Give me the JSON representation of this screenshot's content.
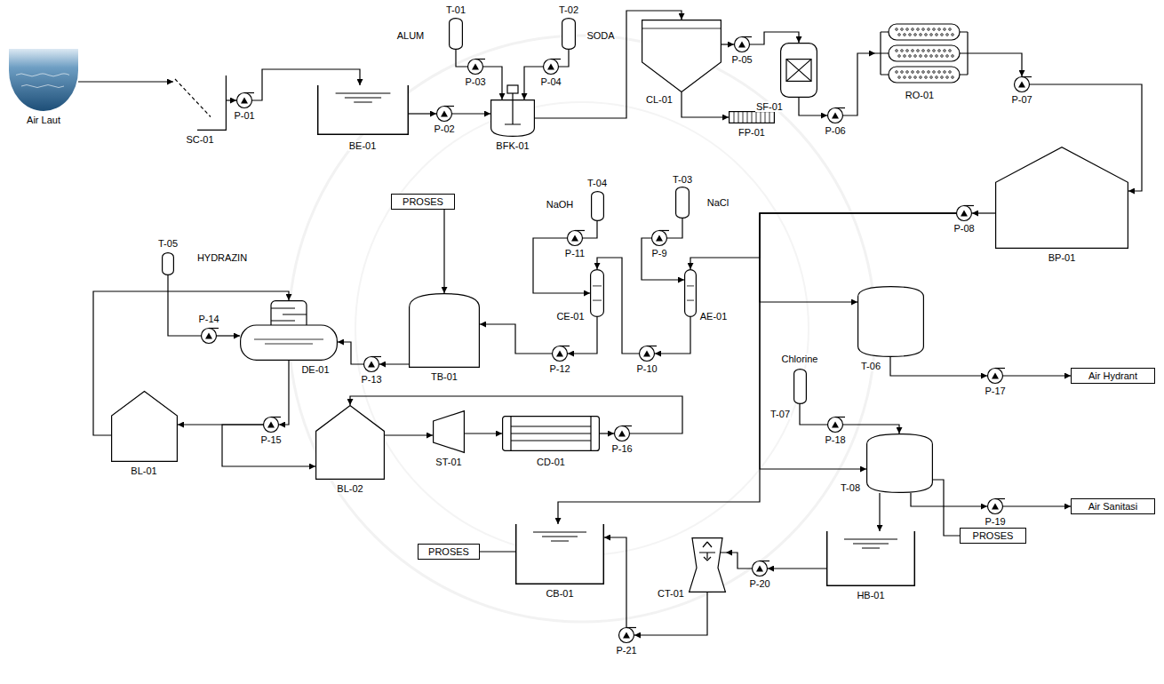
{
  "diagram": {
    "nodes": [
      {
        "text": [
          "Air Laut"
        ]
      },
      {
        "text": [
          "SC-01"
        ]
      },
      {
        "text": [
          "P-01"
        ]
      },
      {
        "text": [
          "BE-01"
        ]
      },
      {
        "text": [
          "T-01",
          "ALUM"
        ]
      },
      {
        "text": [
          "P-03"
        ]
      },
      {
        "text": [
          "T-02",
          "SODA"
        ]
      },
      {
        "text": [
          "P-04"
        ]
      },
      {
        "text": [
          "P-02"
        ]
      },
      {
        "text": [
          "BFK-01"
        ]
      },
      {
        "text": [
          "CL-01"
        ]
      },
      {
        "text": [
          "FP-01"
        ]
      },
      {
        "text": [
          "P-05"
        ]
      },
      {
        "text": [
          "SF-01"
        ]
      },
      {
        "text": [
          "P-06"
        ]
      },
      {
        "text": [
          "RO-01"
        ]
      },
      {
        "text": [
          "P-07"
        ]
      },
      {
        "text": [
          "BP-01"
        ]
      },
      {
        "text": [
          "P-08"
        ]
      },
      {
        "text": [
          "T-04",
          "NaOH"
        ]
      },
      {
        "text": [
          "P-11"
        ]
      },
      {
        "text": [
          "T-03",
          "NaCl"
        ]
      },
      {
        "text": [
          "P-9"
        ]
      },
      {
        "text": [
          "CE-01"
        ]
      },
      {
        "text": [
          "AE-01"
        ]
      },
      {
        "text": [
          "P-12"
        ]
      },
      {
        "text": [
          "P-10"
        ]
      },
      {
        "text": [
          "PROSES"
        ]
      },
      {
        "text": [
          "TB-01"
        ]
      },
      {
        "text": [
          "P-13"
        ]
      },
      {
        "text": [
          "T-05",
          "HYDRAZIN"
        ]
      },
      {
        "text": [
          "P-14"
        ]
      },
      {
        "text": [
          "DE-01"
        ]
      },
      {
        "text": [
          "BL-01"
        ]
      },
      {
        "text": [
          "P-15"
        ]
      },
      {
        "text": [
          "BL-02"
        ]
      },
      {
        "text": [
          "ST-01"
        ]
      },
      {
        "text": [
          "CD-01"
        ]
      },
      {
        "text": [
          "P-16"
        ]
      },
      {
        "text": [
          "T-06"
        ]
      },
      {
        "text": [
          "P-17"
        ]
      },
      {
        "text": [
          "Air Hydrant"
        ]
      },
      {
        "text": [
          "T-07",
          "Chlorine"
        ]
      },
      {
        "text": [
          "P-18"
        ]
      },
      {
        "text": [
          "T-08"
        ]
      },
      {
        "text": [
          "P-19"
        ]
      },
      {
        "text": [
          "Air Sanitasi"
        ]
      },
      {
        "text": [
          "PROSES"
        ]
      },
      {
        "text": [
          "HB-01"
        ]
      },
      {
        "text": [
          "P-20"
        ]
      },
      {
        "text": [
          "CT-01"
        ]
      },
      {
        "text": [
          "CB-01"
        ]
      },
      {
        "text": [
          "P-21"
        ]
      },
      {
        "text": [
          "PROSES"
        ]
      }
    ],
    "edges": [
      {
        "from": 0,
        "to": 1,
        "arrow": "to"
      },
      {
        "from": 1,
        "to": 2,
        "arrow": "to"
      },
      {
        "from": 2,
        "to": 3,
        "arrow": "to"
      },
      {
        "from": 3,
        "to": 8,
        "arrow": "to"
      },
      {
        "from": 8,
        "to": 9,
        "arrow": "to"
      },
      {
        "from": 4,
        "to": 5,
        "arrow": "none"
      },
      {
        "from": 5,
        "to": 9,
        "arrow": "to"
      },
      {
        "from": 6,
        "to": 7,
        "arrow": "none"
      },
      {
        "from": 7,
        "to": 9,
        "arrow": "to"
      },
      {
        "from": 9,
        "to": 10,
        "arrow": "to"
      },
      {
        "from": 10,
        "to": 11,
        "arrow": "to"
      },
      {
        "from": 10,
        "to": 12,
        "arrow": "to"
      },
      {
        "from": 12,
        "to": 13,
        "arrow": "to"
      },
      {
        "from": 13,
        "to": 14,
        "arrow": "to"
      },
      {
        "from": 14,
        "to": 15,
        "arrow": "to"
      },
      {
        "from": 15,
        "to": 16,
        "arrow": "to"
      },
      {
        "from": 16,
        "to": 17,
        "arrow": "to"
      },
      {
        "from": 17,
        "to": 18,
        "arrow": "to"
      },
      {
        "from": 18,
        "to": 24,
        "arrow": "to"
      },
      {
        "from": 18,
        "to": 39,
        "arrow": "to"
      },
      {
        "from": 18,
        "to": 44,
        "arrow": "to"
      },
      {
        "from": 18,
        "to": 51,
        "arrow": "to"
      },
      {
        "from": 19,
        "to": 20,
        "arrow": "none"
      },
      {
        "from": 20,
        "to": 23,
        "arrow": "to"
      },
      {
        "from": 21,
        "to": 22,
        "arrow": "none"
      },
      {
        "from": 22,
        "to": 24,
        "arrow": "to"
      },
      {
        "from": 24,
        "to": 26,
        "arrow": "to"
      },
      {
        "from": 26,
        "to": 23,
        "arrow": "to"
      },
      {
        "from": 23,
        "to": 25,
        "arrow": "to"
      },
      {
        "from": 25,
        "to": 28,
        "arrow": "to"
      },
      {
        "from": 27,
        "to": 28,
        "arrow": "to"
      },
      {
        "from": 28,
        "to": 29,
        "arrow": "to"
      },
      {
        "from": 29,
        "to": 32,
        "arrow": "to"
      },
      {
        "from": 30,
        "to": 31,
        "arrow": "none"
      },
      {
        "from": 31,
        "to": 32,
        "arrow": "to"
      },
      {
        "from": 33,
        "to": 32,
        "arrow": "to"
      },
      {
        "from": 32,
        "to": 34,
        "arrow": "to"
      },
      {
        "from": 34,
        "to": 33,
        "arrow": "to"
      },
      {
        "from": 34,
        "to": 35,
        "arrow": "to"
      },
      {
        "from": 35,
        "to": 36,
        "arrow": "to"
      },
      {
        "from": 36,
        "to": 37,
        "arrow": "to"
      },
      {
        "from": 37,
        "to": 38,
        "arrow": "to"
      },
      {
        "from": 38,
        "to": 35,
        "arrow": "to"
      },
      {
        "from": 39,
        "to": 40,
        "arrow": "to"
      },
      {
        "from": 40,
        "to": 41,
        "arrow": "to"
      },
      {
        "from": 42,
        "to": 43,
        "arrow": "none"
      },
      {
        "from": 43,
        "to": 44,
        "arrow": "to"
      },
      {
        "from": 44,
        "to": 45,
        "arrow": "to"
      },
      {
        "from": 45,
        "to": 46,
        "arrow": "to"
      },
      {
        "from": 44,
        "to": 48,
        "arrow": "to"
      },
      {
        "from": 44,
        "to": 47,
        "arrow": "none"
      },
      {
        "from": 48,
        "to": 49,
        "arrow": "to"
      },
      {
        "from": 49,
        "to": 50,
        "arrow": "to"
      },
      {
        "from": 50,
        "to": 52,
        "arrow": "to"
      },
      {
        "from": 52,
        "to": 51,
        "arrow": "to"
      },
      {
        "from": 51,
        "to": 53,
        "arrow": "none"
      }
    ]
  }
}
